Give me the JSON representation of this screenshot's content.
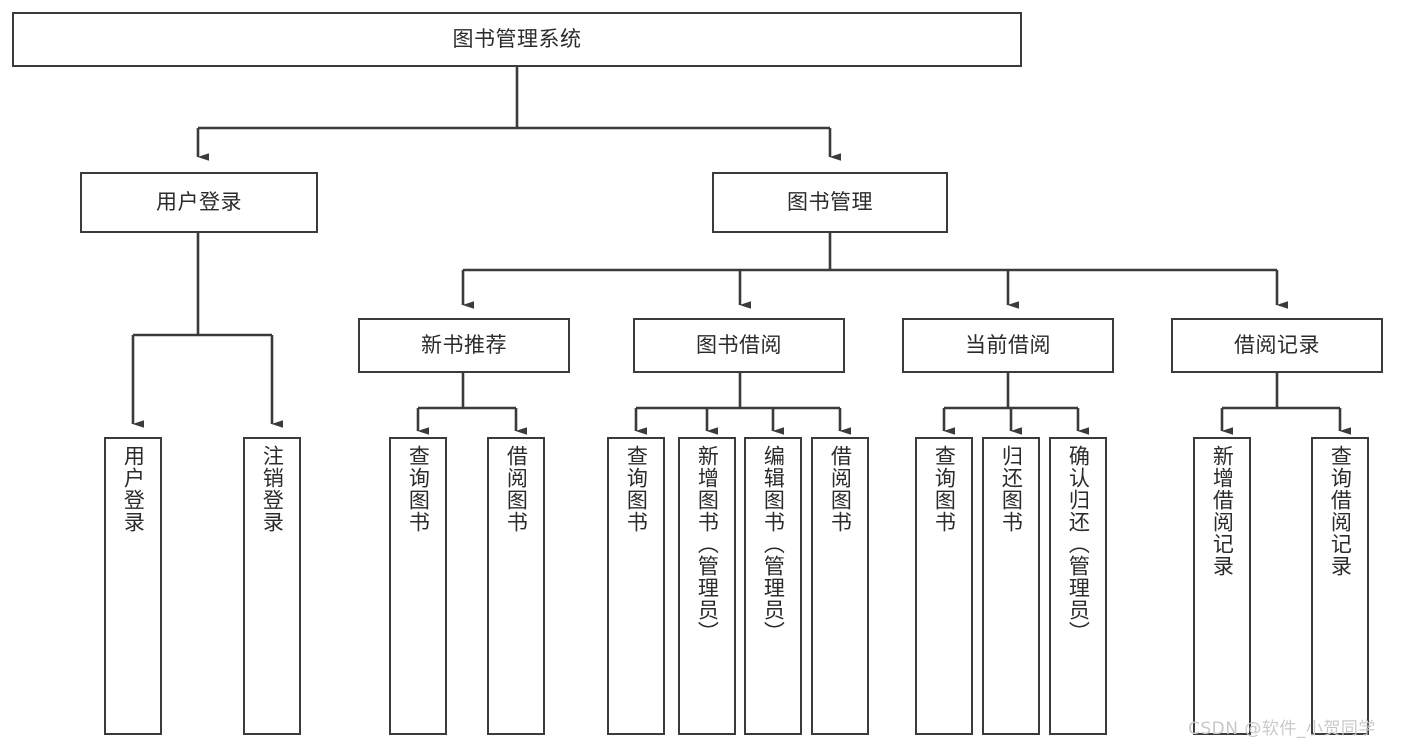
{
  "diagram": {
    "title": "图书管理系统",
    "type": "tree",
    "watermark": "CSDN @软件_小贺同学",
    "accent_color": "#3b3b3b",
    "text_color": "#2b2b2b",
    "background_color": "#ffffff",
    "nodes": {
      "root": "图书管理系统",
      "level2": {
        "user_login": "用户登录",
        "book_manage": "图书管理"
      },
      "level3": {
        "new_book_recommend": "新书推荐",
        "book_borrow": "图书借阅",
        "current_borrow": "当前借阅",
        "borrow_record": "借阅记录"
      },
      "leaves": {
        "user_login_children": [
          "用户登录",
          "注销登录"
        ],
        "new_book_recommend_children": [
          "查询图书",
          "借阅图书"
        ],
        "book_borrow_children": [
          "查询图书",
          "新增图书（管理员）",
          "编辑图书（管理员）",
          "借阅图书"
        ],
        "current_borrow_children": [
          "查询图书",
          "归还图书",
          "确认归还（管理员）"
        ],
        "borrow_record_children": [
          "新增借阅记录",
          "查询借阅记录"
        ]
      }
    }
  }
}
